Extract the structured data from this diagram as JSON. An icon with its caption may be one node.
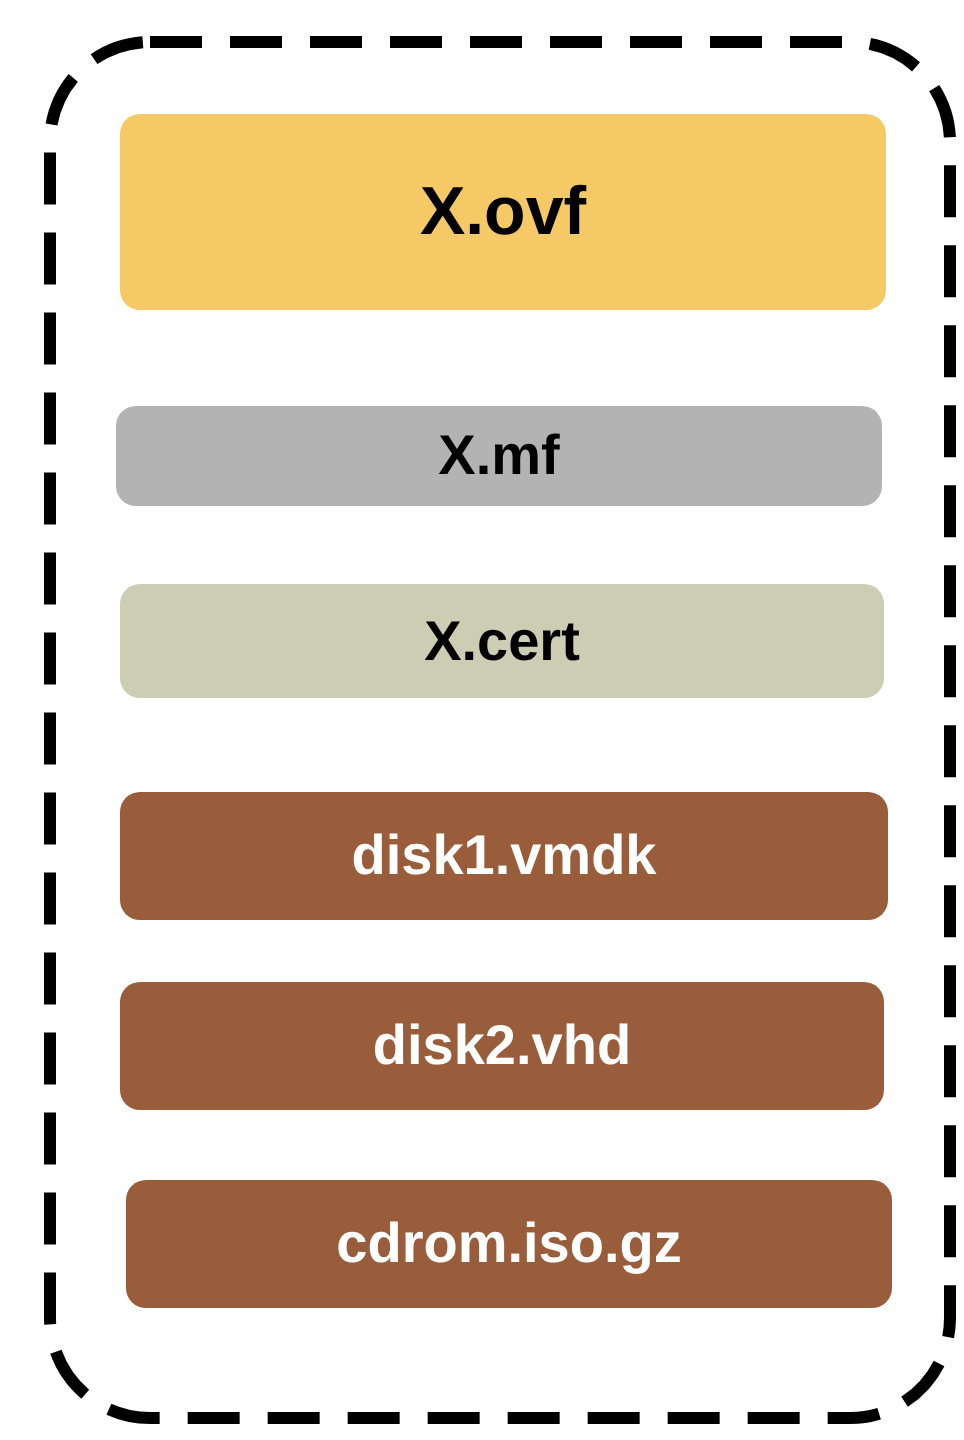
{
  "diagram": {
    "nodes": [
      {
        "text": [],
        "shape": "box"
      },
      {
        "text": [
          "X.ovf"
        ],
        "in": 0
      },
      {
        "text": [
          "X.mf"
        ],
        "in": 0
      },
      {
        "text": [
          "X.cert"
        ],
        "in": 0
      },
      {
        "text": [
          "disk1.vmdk"
        ],
        "in": 0
      },
      {
        "text": [
          "disk2.vhd"
        ],
        "in": 0
      },
      {
        "text": [
          "cdrom.iso.gz"
        ],
        "in": 0
      }
    ]
  }
}
